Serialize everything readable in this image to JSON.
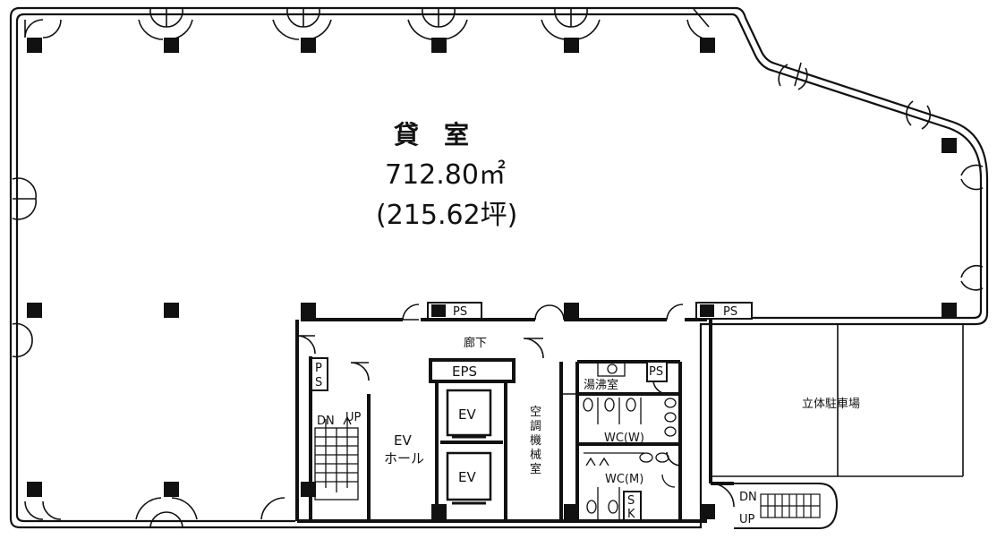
{
  "rooms": {
    "main_name": "貸　室",
    "main_area": "712.80㎡",
    "main_tsubo": "(215.62坪)",
    "corridor": "廊下",
    "ev_hall_1": "EV",
    "ev_hall_2": "ホール",
    "eps": "EPS",
    "elevator": "EV",
    "ac_room": [
      "空",
      "調",
      "機",
      "械",
      "室"
    ],
    "kitchenette": "湯沸室",
    "wc_women": "WC(W)",
    "wc_men": "WC(M)",
    "parking": "立体駐車場"
  },
  "shafts": {
    "ps": "PS",
    "ps_v1": "P",
    "ps_v2": "S",
    "sk_v1": "S",
    "sk_v2": "K"
  },
  "stairs": {
    "dn": "DN",
    "up": "UP"
  },
  "colors": {
    "line": "#111111",
    "background": "#ffffff"
  }
}
